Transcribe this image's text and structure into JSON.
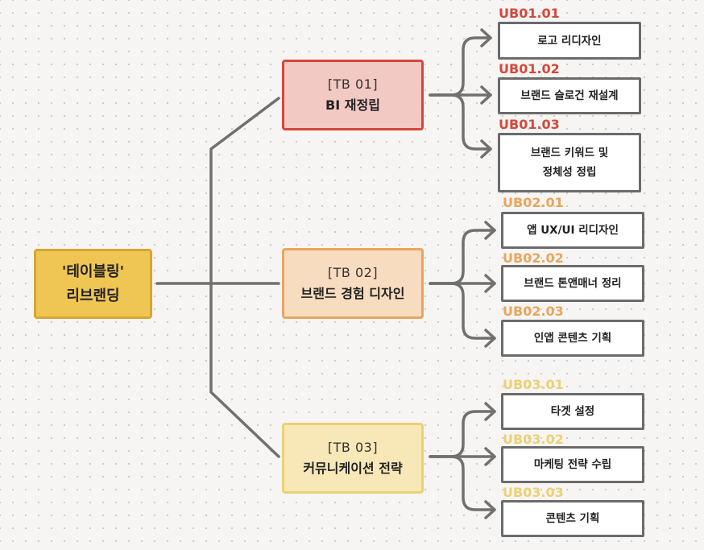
{
  "colors": {
    "connector": "#707070",
    "tb01": "#d4483b",
    "tb02": "#e9a55c",
    "tb03": "#ecd172",
    "root_fill": "#efc653",
    "box_border": "#6b6b6b"
  },
  "root": {
    "line1": "'테이블링'",
    "line2": "리브랜딩"
  },
  "branches": [
    {
      "code": "[TB 01]",
      "name": "BI 재정립",
      "items": [
        {
          "code": "UB01.01",
          "lines": [
            "로고 리디자인"
          ]
        },
        {
          "code": "UB01.02",
          "lines": [
            "브랜드 슬로건 재설계"
          ]
        },
        {
          "code": "UB01.03",
          "lines": [
            "브랜드 키워드 및",
            "정체성 정립"
          ]
        }
      ]
    },
    {
      "code": "[TB 02]",
      "name": "브랜드 경험 디자인",
      "items": [
        {
          "code": "UB02.01",
          "lines": [
            "앱 UX/UI 리디자인"
          ]
        },
        {
          "code": "UB02.02",
          "lines": [
            "브랜드 톤앤매너 정리"
          ]
        },
        {
          "code": "UB02.03",
          "lines": [
            "인앱 콘텐츠 기획"
          ]
        }
      ]
    },
    {
      "code": "[TB 03]",
      "name": "커뮤니케이션 전략",
      "items": [
        {
          "code": "UB03.01",
          "lines": [
            "타겟 설정"
          ]
        },
        {
          "code": "UB03.02",
          "lines": [
            "마케팅 전략 수립"
          ]
        },
        {
          "code": "UB03.03",
          "lines": [
            "콘텐츠 기획"
          ]
        }
      ]
    }
  ]
}
